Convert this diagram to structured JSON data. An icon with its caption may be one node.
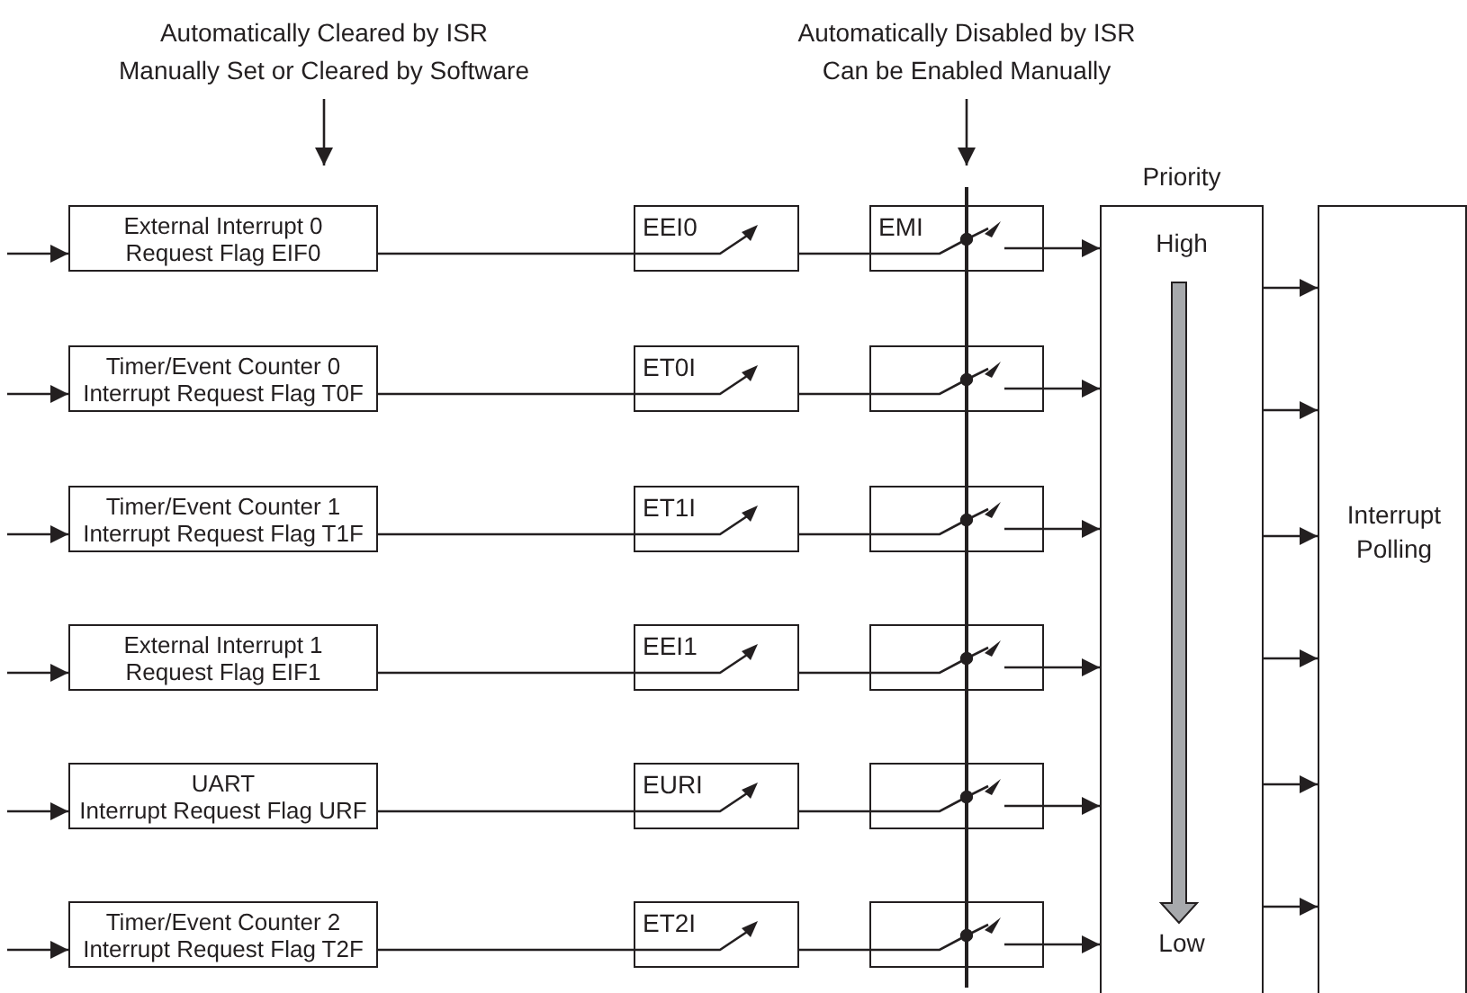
{
  "diagram": {
    "nodes": [
      {
        "text": [
          "External Interrupt 0",
          "Request Flag EIF0"
        ]
      },
      {
        "text": [
          "Timer/Event Counter 0",
          "Interrupt Request Flag T0F"
        ]
      },
      {
        "text": [
          "Timer/Event Counter 1",
          "Interrupt Request Flag T1F"
        ]
      },
      {
        "text": [
          "External Interrupt 1",
          "Request Flag EIF1"
        ]
      },
      {
        "text": [
          "UART",
          "Interrupt Request Flag URF"
        ]
      },
      {
        "text": [
          "Timer/Event Counter 2",
          "Interrupt Request Flag T2F"
        ]
      },
      {
        "text": [
          "EEI0"
        ]
      },
      {
        "text": [
          "ET0I"
        ]
      },
      {
        "text": [
          "ET1I"
        ]
      },
      {
        "text": [
          "EEI1"
        ]
      },
      {
        "text": [
          "EURI"
        ]
      },
      {
        "text": [
          "ET2I"
        ]
      },
      {
        "text": [
          "EMI"
        ]
      },
      {
        "text": [],
        "shape": "box"
      },
      {
        "text": [],
        "shape": "box"
      },
      {
        "text": [],
        "shape": "box"
      },
      {
        "text": [],
        "shape": "box"
      },
      {
        "text": [],
        "shape": "box"
      },
      {
        "text": [
          "High",
          "Low"
        ],
        "beside": [
          "Priority"
        ]
      },
      {
        "text": [
          "Interrupt Polling"
        ]
      },
      {
        "text": [],
        "shape": "bar"
      }
    ],
    "edges": [
      {
        "from": null,
        "to": 0,
        "arrow": "to"
      },
      {
        "from": null,
        "to": 1,
        "arrow": "to"
      },
      {
        "from": null,
        "to": 2,
        "arrow": "to"
      },
      {
        "from": null,
        "to": 3,
        "arrow": "to"
      },
      {
        "from": null,
        "to": 4,
        "arrow": "to"
      },
      {
        "from": null,
        "to": 5,
        "arrow": "to"
      },
      {
        "from": 0,
        "to": 6,
        "arrow": "none"
      },
      {
        "from": 1,
        "to": 7,
        "arrow": "none"
      },
      {
        "from": 2,
        "to": 8,
        "arrow": "none"
      },
      {
        "from": 3,
        "to": 9,
        "arrow": "none"
      },
      {
        "from": 4,
        "to": 10,
        "arrow": "none"
      },
      {
        "from": 5,
        "to": 11,
        "arrow": "none"
      },
      {
        "from": 6,
        "to": 12,
        "arrow": "none"
      },
      {
        "from": 7,
        "to": 13,
        "arrow": "none"
      },
      {
        "from": 8,
        "to": 14,
        "arrow": "none"
      },
      {
        "from": 9,
        "to": 15,
        "arrow": "none"
      },
      {
        "from": 10,
        "to": 16,
        "arrow": "none"
      },
      {
        "from": 11,
        "to": 17,
        "arrow": "none"
      },
      {
        "from": 12,
        "to": 18,
        "arrow": "to"
      },
      {
        "from": 13,
        "to": 18,
        "arrow": "to"
      },
      {
        "from": 14,
        "to": 18,
        "arrow": "to"
      },
      {
        "from": 15,
        "to": 18,
        "arrow": "to"
      },
      {
        "from": 16,
        "to": 18,
        "arrow": "to"
      },
      {
        "from": 17,
        "to": 18,
        "arrow": "to"
      },
      {
        "from": 18,
        "to": 19,
        "arrow": "to"
      },
      {
        "from": 18,
        "to": 19,
        "arrow": "to"
      },
      {
        "from": 18,
        "to": 19,
        "arrow": "to"
      },
      {
        "from": 18,
        "to": 19,
        "arrow": "to"
      },
      {
        "from": 18,
        "to": 19,
        "arrow": "to"
      },
      {
        "from": 18,
        "to": 19,
        "arrow": "to"
      },
      {
        "from": 20,
        "to": 12,
        "arrow": "other"
      },
      {
        "from": 20,
        "to": 13,
        "arrow": "other"
      },
      {
        "from": 20,
        "to": 14,
        "arrow": "other"
      },
      {
        "from": 20,
        "to": 15,
        "arrow": "other"
      },
      {
        "from": 20,
        "to": 16,
        "arrow": "other"
      },
      {
        "from": 20,
        "to": 17,
        "arrow": "other"
      }
    ],
    "labels": [
      "Automatically Cleared by ISR",
      "Manually Set or Cleared by Software",
      "Automatically Disabled by ISR",
      "Can be Enabled Manually"
    ]
  }
}
